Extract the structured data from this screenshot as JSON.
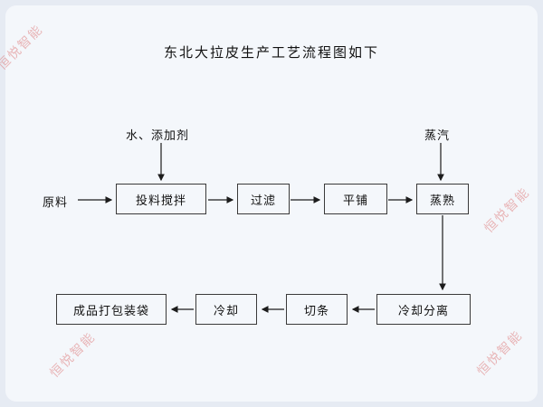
{
  "page": {
    "title": "东北大拉皮生产工艺流程图如下",
    "watermark": "恒悦智能",
    "colors": {
      "background": "#e6ebf3",
      "card": "#f4f7fb",
      "line": "#1c1c1c",
      "box_border": "#3a3a3a",
      "watermark_pink": "#de7d7d"
    }
  },
  "flowchart": {
    "inputs": {
      "raw_material": "原料",
      "water_additives": "水、添加剂",
      "steam": "蒸汽"
    },
    "steps": {
      "mixing": "投料搅拌",
      "filtering": "过滤",
      "spreading": "平铺",
      "steaming": "蒸熟",
      "cooling_separation": "冷却分离",
      "cutting": "切条",
      "cooling": "冷却",
      "packing": "成品打包装袋"
    },
    "edges": [
      {
        "from": "原料",
        "to": "投料搅拌"
      },
      {
        "from": "水、添加剂",
        "to": "投料搅拌"
      },
      {
        "from": "投料搅拌",
        "to": "过滤"
      },
      {
        "from": "过滤",
        "to": "平铺"
      },
      {
        "from": "平铺",
        "to": "蒸熟"
      },
      {
        "from": "蒸汽",
        "to": "蒸熟"
      },
      {
        "from": "蒸熟",
        "to": "冷却分离"
      },
      {
        "from": "冷却分离",
        "to": "切条"
      },
      {
        "from": "切条",
        "to": "冷却"
      },
      {
        "from": "冷却",
        "to": "成品打包装袋"
      }
    ]
  }
}
